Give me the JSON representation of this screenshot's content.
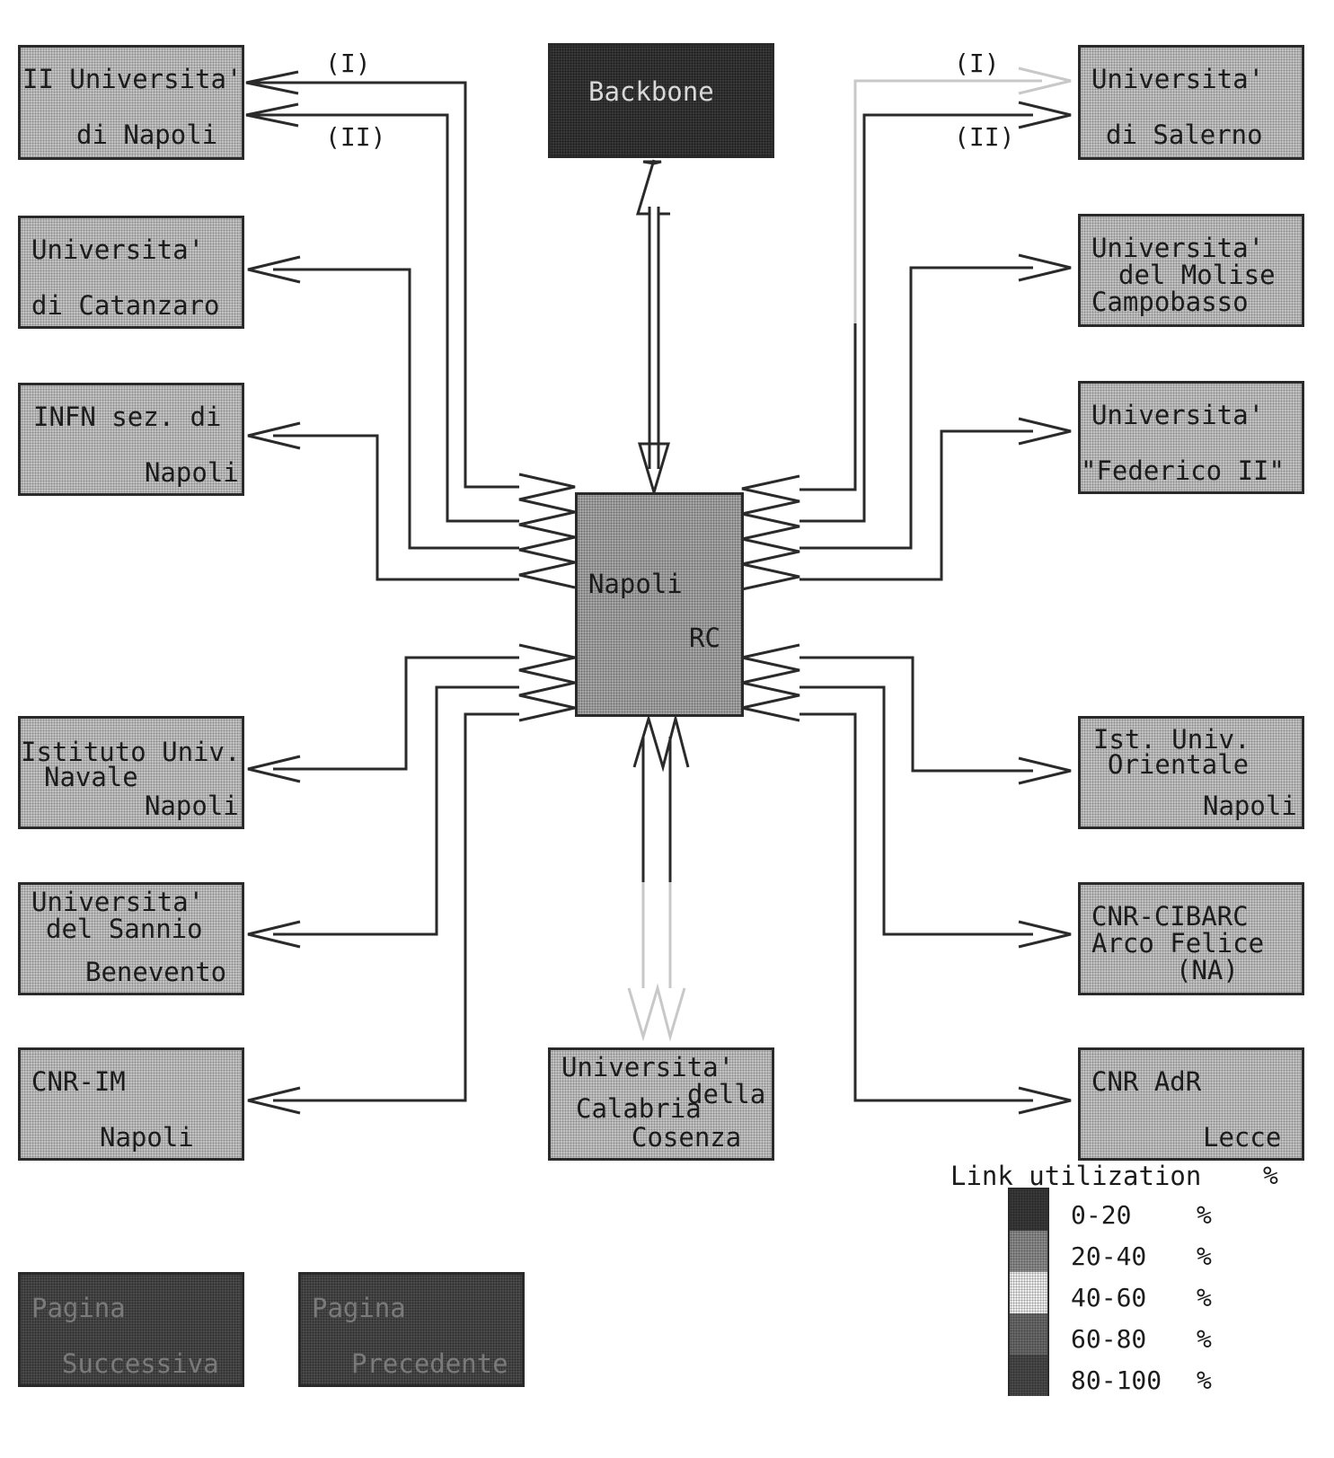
{
  "nodes": {
    "napoli_2": {
      "line1": "II Universita'",
      "line2": "di Napoli"
    },
    "catanzaro": {
      "line1": "Universita'",
      "line2": "di Catanzaro"
    },
    "infn": {
      "line1": "INFN sez. di",
      "line2": "Napoli"
    },
    "navale": {
      "line1": "Istituto Univ.",
      "line2": "Navale",
      "line3": "Napoli"
    },
    "sannio": {
      "line1": "Universita'",
      "line2": "del Sannio",
      "line3": "Benevento"
    },
    "cnr_im": {
      "line1": "CNR-IM",
      "line2": "Napoli"
    },
    "backbone": {
      "line1": "Backbone"
    },
    "center": {
      "line1": "Napoli",
      "line2": "RC"
    },
    "calabria": {
      "line1": "Universita'",
      "line2": "della",
      "line3": "Calabria",
      "line4": "Cosenza"
    },
    "salerno": {
      "line1": "Universita'",
      "line2": "di Salerno"
    },
    "molise": {
      "line1": "Universita'",
      "line2": "del Molise",
      "line3": "Campobasso"
    },
    "federico": {
      "line1": "Universita'",
      "line2": "\"Federico II\""
    },
    "orientale": {
      "line1": "Ist. Univ.",
      "line2": "Orientale",
      "line3": "Napoli"
    },
    "cibarc": {
      "line1": "CNR-CIBARC",
      "line2": "Arco Felice",
      "line3": "(NA)"
    },
    "adr": {
      "line1": "CNR AdR",
      "line2": "Lecce"
    }
  },
  "link_labels": {
    "left_1": "(I)",
    "left_2": "(II)",
    "right_1": "(I)",
    "right_2": "(II)"
  },
  "buttons": {
    "next": {
      "line1": "Pagina",
      "line2": "Successiva"
    },
    "prev": {
      "line1": "Pagina",
      "line2": "Precedente"
    }
  },
  "legend": {
    "title": "Link utilization",
    "percent_symbol": "%",
    "ranges": [
      {
        "label": "0-20",
        "color": "#3a3a3a"
      },
      {
        "label": "20-40",
        "color": "#8c8c8c"
      },
      {
        "label": "40-60",
        "color": "#f0f0f0"
      },
      {
        "label": "60-80",
        "color": "#6a6a6a"
      },
      {
        "label": "80-100",
        "color": "#4a4a4a"
      }
    ]
  }
}
